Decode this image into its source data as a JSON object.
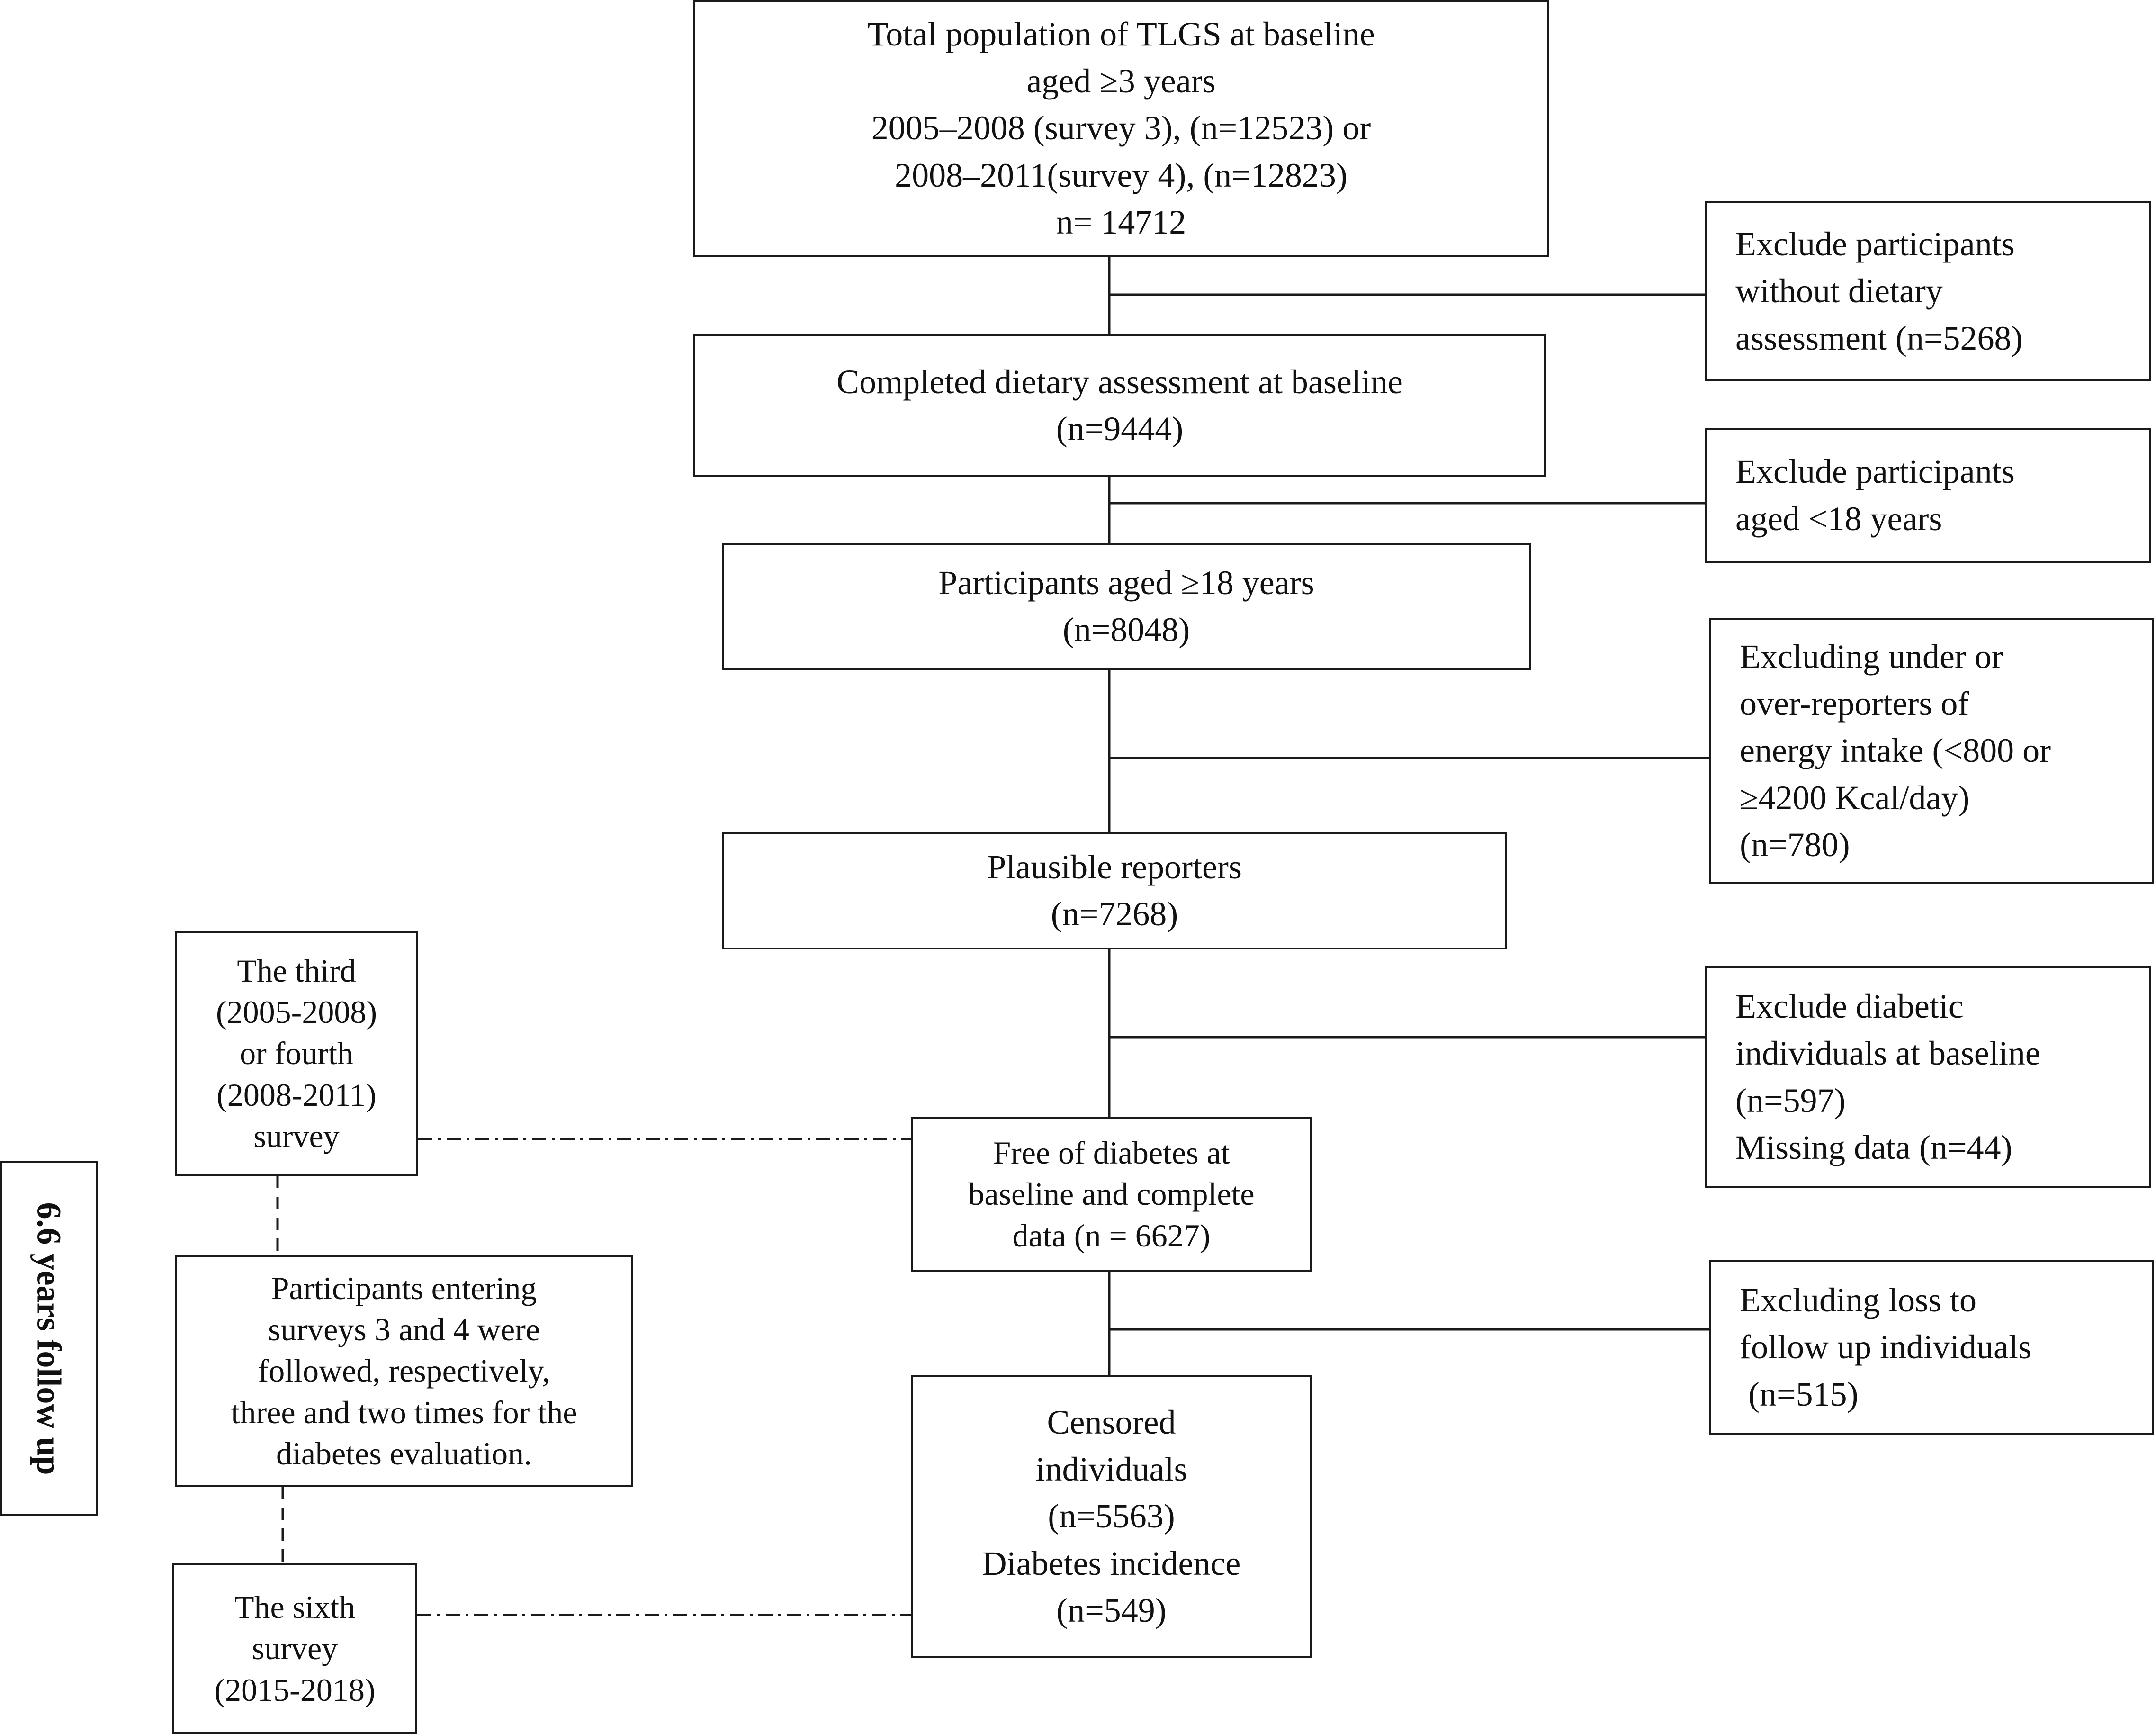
{
  "diagram": {
    "main_flow": [
      {
        "id": "total-population",
        "lines": [
          "Total population of TLGS at baseline",
          "aged ≥3 years",
          "2005–2008 (survey 3), (n=12523) or",
          "2008–2011(survey 4), (n=12823)",
          "n= 14712"
        ]
      },
      {
        "id": "dietary-assessment",
        "lines": [
          "Completed dietary assessment at baseline",
          "(n=9444)"
        ]
      },
      {
        "id": "aged-18",
        "lines": [
          "Participants aged ≥18 years",
          "(n=8048)"
        ]
      },
      {
        "id": "plausible-reporters",
        "lines": [
          "Plausible reporters",
          "(n=7268)"
        ]
      },
      {
        "id": "free-of-diabetes",
        "lines": [
          "Free of diabetes at",
          "baseline and complete",
          "data (n = 6627)"
        ]
      },
      {
        "id": "censored",
        "lines": [
          "Censored",
          "individuals",
          "(n=5563)",
          "Diabetes incidence",
          "(n=549)"
        ]
      }
    ],
    "exclusions": [
      {
        "id": "exclude-no-diet",
        "lines": [
          "Exclude participants",
          "without dietary",
          "assessment (n=5268)"
        ]
      },
      {
        "id": "exclude-under-18",
        "lines": [
          "Exclude participants",
          "aged <18 years"
        ]
      },
      {
        "id": "exclude-reporters",
        "lines": [
          "Excluding under or",
          "over-reporters of",
          "energy intake (<800 or",
          "≥4200 Kcal/day)",
          "(n=780)"
        ]
      },
      {
        "id": "exclude-diabetic",
        "lines": [
          "Exclude diabetic",
          "individuals at baseline",
          "(n=597)",
          "Missing data (n=44)"
        ]
      },
      {
        "id": "exclude-loss",
        "lines": [
          "Excluding loss to",
          "follow up individuals",
          " (n=515)"
        ]
      }
    ],
    "timeline": [
      {
        "id": "third-fourth-survey",
        "lines": [
          "The third",
          "(2005-2008)",
          "or fourth",
          "(2008-2011)",
          "survey"
        ]
      },
      {
        "id": "followed-description",
        "lines": [
          "Participants entering",
          "surveys 3 and 4 were",
          "followed, respectively,",
          "three and two times for the",
          "diabetes evaluation."
        ]
      },
      {
        "id": "sixth-survey",
        "lines": [
          "The sixth",
          "survey",
          "(2015-2018)"
        ]
      }
    ],
    "follow_up_label": "6.6 years follow up"
  }
}
